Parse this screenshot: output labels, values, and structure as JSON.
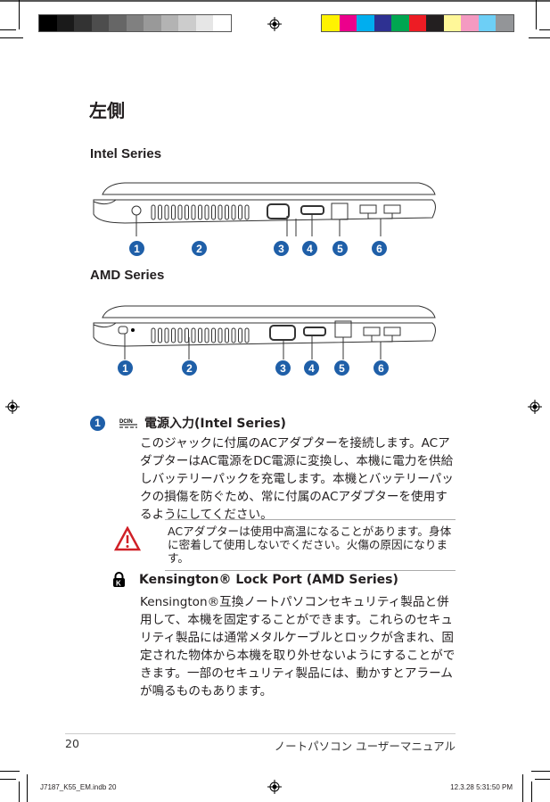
{
  "page": {
    "heading": "左側",
    "intel_label": "Intel Series",
    "amd_label": "AMD Series",
    "callout_numbers": [
      "1",
      "2",
      "3",
      "4",
      "5",
      "6"
    ],
    "items": [
      {
        "number": "1",
        "icon": "dc-in-icon",
        "title": "電源入力(Intel Series)",
        "body": "このジャックに付属のACアダプターを接続します。ACアダプターはAC電源をDC電源に変換し、本機に電力を供給しバッテリーパックを充電します。本機とバッテリーパックの損傷を防ぐため、常に付属のACアダプターを使用するようにしてください。",
        "warning": "ACアダプターは使用中高温になることがあります。身体に密着して使用しないでください。火傷の原因になります。"
      },
      {
        "icon": "kensington-lock-icon",
        "title": "Kensington® Lock Port (AMD Series)",
        "body": "Kensington®互換ノートパソコンセキュリティ製品と併用して、本機を固定することができます。これらのセキュリティ製品には通常メタルケーブルとロックが含まれ、固定された物体から本機を取り外せないようにすることができます。一部のセキュリティ製品には、動かすとアラームが鳴るものもあります。"
      }
    ]
  },
  "footer": {
    "page_number": "20",
    "manual_title": "ノートパソコン ユーザーマニュアル"
  },
  "slug": {
    "file": "J7187_K55_EM.indb   20",
    "timestamp": "12.3.28   5:31:50 PM"
  },
  "colors": {
    "accent": "#1f5fa8",
    "gray_swatches": [
      "#000000",
      "#1a1a1a",
      "#333333",
      "#4d4d4d",
      "#666666",
      "#808080",
      "#999999",
      "#b3b3b3",
      "#cccccc",
      "#e6e6e6",
      "#ffffff"
    ],
    "color_swatches": [
      "#fff200",
      "#ec008c",
      "#00aeef",
      "#2e3192",
      "#00a651",
      "#ed1c24",
      "#231f20",
      "#fff799",
      "#f49ac1",
      "#6dcff6",
      "#939598"
    ]
  }
}
